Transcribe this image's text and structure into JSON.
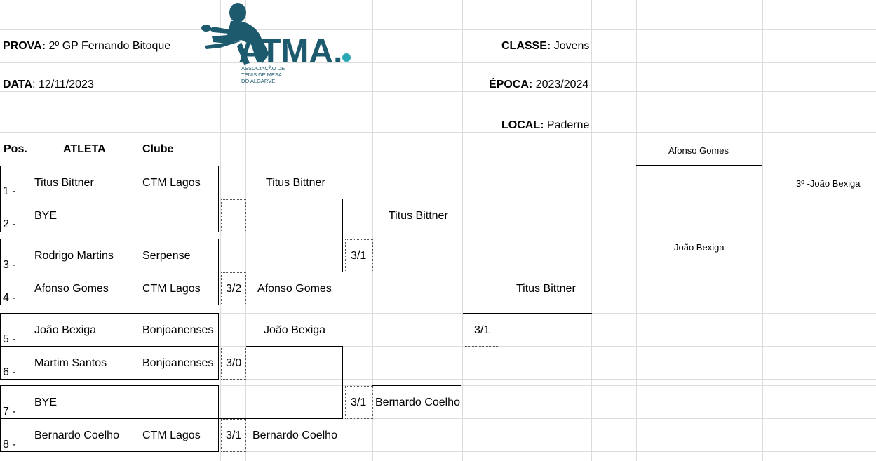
{
  "header": {
    "prova_label": "PROVA:",
    "prova_value": "2º GP Fernando Bitoque",
    "data_label": "DATA",
    "data_value": ": 12/11/2023",
    "classe_label": "CLASSE:",
    "classe_value": "Jovens",
    "epoca_label": "ÉPOCA:",
    "epoca_value": "2023/2024",
    "local_label": "LOCAL:",
    "local_value": "Paderne"
  },
  "logo": {
    "brand": "ATMA.",
    "line1": "ASSOCIAÇÃO DE",
    "line2": "TENIS DE MESA",
    "line3": "DO ALGARVE",
    "color": "#1d5a6e"
  },
  "table": {
    "col_pos": "Pos.",
    "col_atleta": "ATLETA",
    "col_clube": "Clube",
    "rows": [
      {
        "pos": "1 -",
        "atleta": "Titus Bittner",
        "clube": "CTM Lagos"
      },
      {
        "pos": "2 -",
        "atleta": "BYE",
        "clube": ""
      },
      {
        "pos": "3 -",
        "atleta": "Rodrigo Martins",
        "clube": "Serpense"
      },
      {
        "pos": "4 -",
        "atleta": "Afonso Gomes",
        "clube": "CTM Lagos"
      },
      {
        "pos": "5 -",
        "atleta": "João Bexiga",
        "clube": "Bonjoanenses"
      },
      {
        "pos": "6 -",
        "atleta": "Martim Santos",
        "clube": "Bonjoanenses"
      },
      {
        "pos": "7 -",
        "atleta": "BYE",
        "clube": ""
      },
      {
        "pos": "8 -",
        "atleta": "Bernardo Coelho",
        "clube": "CTM Lagos"
      }
    ]
  },
  "round1": {
    "w1": "Titus Bittner",
    "s2": "3/2",
    "w2": "Afonso Gomes",
    "w3": "João Bexiga",
    "s3": "3/0",
    "s4": "3/1",
    "w4": "Bernardo Coelho"
  },
  "round2": {
    "w1": "Titus Bittner",
    "s1": "3/1",
    "s2": "3/1",
    "w2": "Bernardo Coelho"
  },
  "final": {
    "winner": "Titus Bittner",
    "score": "3/1"
  },
  "third_place": {
    "p1": "Afonso Gomes",
    "p2": "João Bexiga",
    "result": "3º -João Bexiga"
  }
}
